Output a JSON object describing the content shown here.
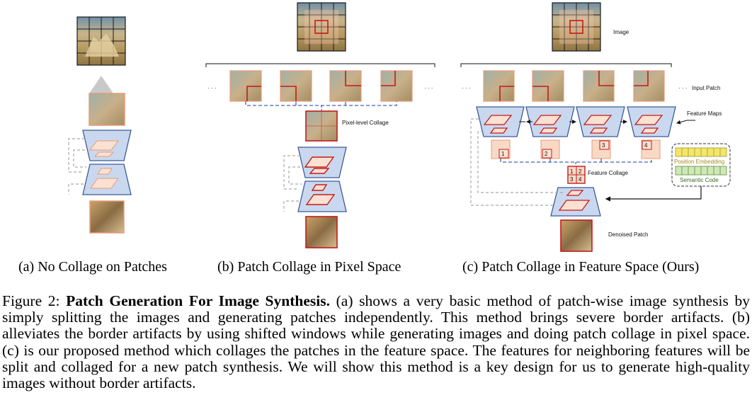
{
  "subcaptions": {
    "a": "(a) No Collage on Patches",
    "b": "(b) Patch Collage in Pixel Space",
    "c": "(c) Patch Collage in Feature Space (Ours)"
  },
  "labels": {
    "pixel_collage": "Pixel-level Collage",
    "image": "Image",
    "input_patch": "Input Patch",
    "feature_maps": "Feature Maps",
    "feature_collage": "Feature Collage",
    "position_embedding": "Position Embedding",
    "semantic_code": "Semantic Code",
    "denoised_patch": "Denoised Patch",
    "ellipsis": "· · ·",
    "patch_numbers": [
      "1",
      "2",
      "3",
      "4"
    ]
  },
  "caption": {
    "figure_no": "Figure 2:",
    "title": "Patch Generation For Image Synthesis.",
    "text": "(a) shows a very basic method of patch-wise image synthesis by simply splitting the images and generating patches independently. This method brings severe border artifacts. (b) alleviates the border artifacts by using shifted windows while generating images and doing patch collage in pixel space. (c) is our proposed method which collages the patches in the feature space. The features for neighboring features will be split and collaged for a new patch synthesis. We will show this method is a key design for us to generate high-quality images without border artifacts."
  },
  "colors": {
    "block_fill": "#c9d8ef",
    "block_stroke": "#3d5a99",
    "patch_fill": "#f8d9c6",
    "patch_stroke": "#e89b77",
    "red": "#c41a1a",
    "dash_blue": "#3f63b8",
    "dash_gray": "#a9a9a9",
    "embed_yellow": "#f5e66a",
    "embed_green": "#cfe8b8"
  }
}
